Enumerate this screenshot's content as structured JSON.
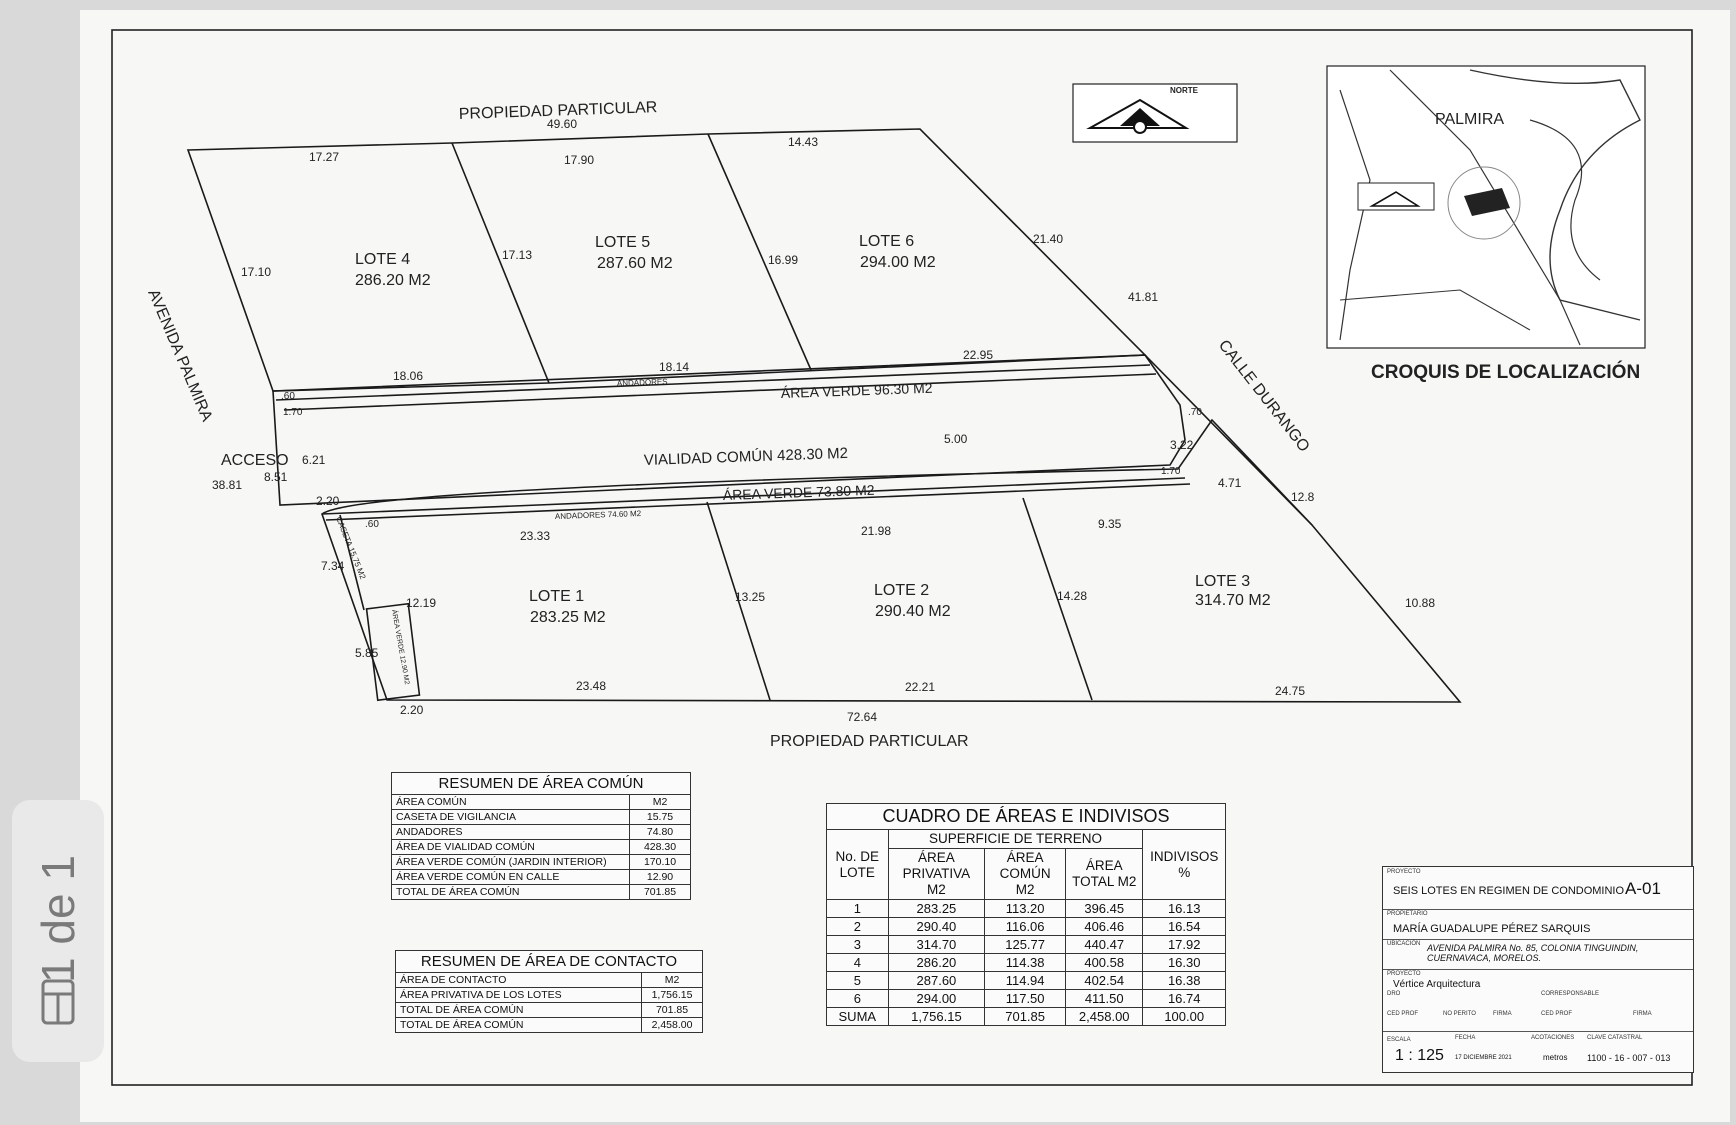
{
  "plan": {
    "north_label": "NORTE",
    "boundaries": {
      "north": "PROPIEDAD PARTICULAR",
      "south": "PROPIEDAD PARTICULAR",
      "west": "AVENIDA PALMIRA",
      "east": "CALLE DURANGO"
    },
    "lots": [
      {
        "name": "LOTE 4",
        "area": "286.20 M2"
      },
      {
        "name": "LOTE 5",
        "area": "287.60 M2"
      },
      {
        "name": "LOTE 6",
        "area": "294.00 M2"
      },
      {
        "name": "LOTE 1",
        "area": "283.25 M2"
      },
      {
        "name": "LOTE 2",
        "area": "290.40 M2"
      },
      {
        "name": "LOTE 3",
        "area": "314.70 M2"
      }
    ],
    "zones": {
      "area_verde_top": "ÁREA VERDE 96.30 M2",
      "vialidad": "VIALIDAD COMÚN 428.30 M2",
      "area_verde_bottom": "ÁREA VERDE 73.80 M2",
      "andadores_top": "ANDADORES",
      "andadores_bottom": "ANDADORES 74.60 M2",
      "acceso": "ACCESO",
      "caseta": "CASETA 15.75 M2",
      "area_verde_small": "ÁREA VERDE 12.90 M2"
    },
    "dimensions": [
      "49.60",
      "17.27",
      "17.90",
      "14.43",
      "17.10",
      "17.13",
      "16.99",
      "21.40",
      "41.81",
      "18.06",
      "18.14",
      "22.95",
      ".60",
      "1.70",
      ".70",
      "5.00",
      "3.22",
      "1.70",
      "4.71",
      "12.8",
      "6.21",
      "8.51",
      "38.81",
      "2.20",
      ".60",
      "7.34",
      "12.19",
      "5.85",
      "2.20",
      "23.33",
      "21.98",
      "9.35",
      "13.25",
      "14.28",
      "10.88",
      "23.48",
      "22.21",
      "24.75",
      "72.64"
    ]
  },
  "croquis": {
    "title": "CROQUIS DE LOCALIZACIÓN",
    "label": "PALMIRA"
  },
  "common_summary": {
    "title": "RESUMEN DE ÁREA COMÚN",
    "header": [
      "ÁREA COMÚN",
      "M2"
    ],
    "rows": [
      [
        "CASETA DE VIGILANCIA",
        "15.75"
      ],
      [
        "ANDADORES",
        "74.80"
      ],
      [
        "ÁREA DE VIALIDAD COMÚN",
        "428.30"
      ],
      [
        "ÁREA VERDE COMÚN (JARDIN INTERIOR)",
        "170.10"
      ],
      [
        "ÁREA VERDE COMÚN EN CALLE",
        "12.90"
      ],
      [
        "TOTAL DE ÁREA COMÚN",
        "701.85"
      ]
    ]
  },
  "contact_summary": {
    "title": "RESUMEN DE ÁREA DE CONTACTO",
    "header": [
      "ÁREA DE CONTACTO",
      "M2"
    ],
    "rows": [
      [
        "ÁREA PRIVATIVA DE LOS LOTES",
        "1,756.15"
      ],
      [
        "TOTAL DE ÁREA COMÚN",
        "701.85"
      ],
      [
        "TOTAL DE ÁREA COMÚN",
        "2,458.00"
      ]
    ]
  },
  "areas_table": {
    "title": "CUADRO DE ÁREAS E INDIVISOS",
    "col_lote": "No. DE LOTE",
    "col_group": "SUPERFICIE DE TERRENO",
    "col_privativa": "ÁREA PRIVATIVA M2",
    "col_comun": "ÁREA COMÚN M2",
    "col_total": "ÁREA TOTAL M2",
    "col_indivisos": "INDIVISOS %",
    "rows": [
      [
        "1",
        "283.25",
        "113.20",
        "396.45",
        "16.13"
      ],
      [
        "2",
        "290.40",
        "116.06",
        "406.46",
        "16.54"
      ],
      [
        "3",
        "314.70",
        "125.77",
        "440.47",
        "17.92"
      ],
      [
        "4",
        "286.20",
        "114.38",
        "400.58",
        "16.30"
      ],
      [
        "5",
        "287.60",
        "114.94",
        "402.54",
        "16.38"
      ],
      [
        "6",
        "294.00",
        "117.50",
        "411.50",
        "16.74"
      ],
      [
        "SUMA",
        "1,756.15",
        "701.85",
        "2,458.00",
        "100.00"
      ]
    ]
  },
  "title_block": {
    "proyecto_cap": "PROYECTO",
    "proyecto": "SEIS LOTES EN REGIMEN DE CONDOMINIO",
    "plano": "A-01",
    "propietario_cap": "PROPIETARIO",
    "propietario": "MARÍA GUADALUPE PÉREZ SARQUIS",
    "ubicacion_cap": "UBICACIÓN",
    "ubicacion": "AVENIDA PALMIRA No. 85, COLONIA TINGUINDIN, CUERNAVACA, MORELOS.",
    "proyectista_cap": "PROYECTO",
    "proyectista": "Vértice Arquitectura",
    "dro_cap": "DRO",
    "ced_prof_cap": "CED PROF",
    "no_perito_cap": "NO PERITO",
    "firma_cap": "FIRMA",
    "corresponsable_cap": "CORRESPONSABLE",
    "ced_prof2_cap": "CED PROF",
    "firma2_cap": "FIRMA",
    "escala_cap": "ESCALA",
    "escala": "1 : 125",
    "fecha_cap": "FECHA",
    "fecha": "17 DICIEMBRE 2021",
    "acotaciones_cap": "ACOTACIONES",
    "acotaciones": "metros",
    "clave_cap": "CLAVE CATASTRAL",
    "clave": "1100 - 16 - 007 - 013"
  },
  "viewer": {
    "page_indicator": "1 de 1"
  }
}
